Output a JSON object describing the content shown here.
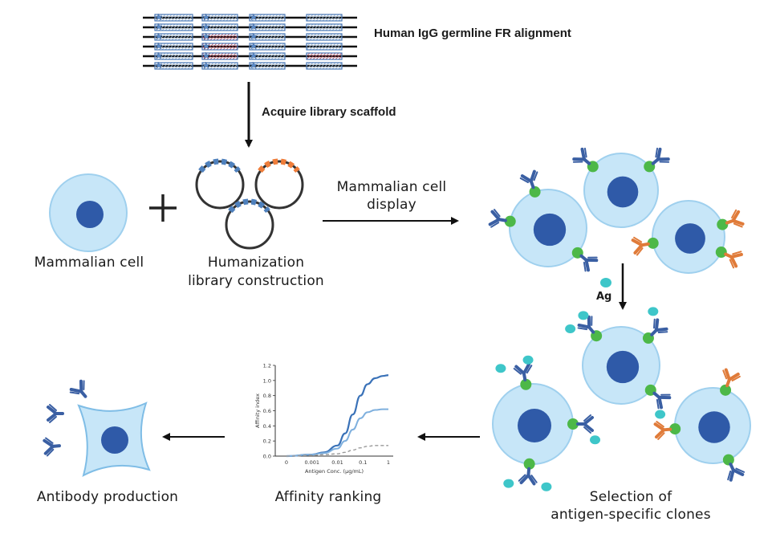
{
  "labels": {
    "alignment": "Human IgG germline FR alignment",
    "acquire": "Acquire library scaffold",
    "mammalian_cell": "Mammalian cell",
    "humanization_line1": "Humanization",
    "humanization_line2": "library construction",
    "display_line1": "Mammalian cell",
    "display_line2": "display",
    "ag": "Ag",
    "selection_line1": "Selection of",
    "selection_line2": "antigen-specific clones",
    "affinity_ranking": "Affinity ranking",
    "antibody_production": "Antibody production"
  },
  "colors": {
    "cell_fill": "#c7e6f8",
    "cell_stroke": "#8cc6ea",
    "nucleus": "#2f5aa8",
    "antibody_blue": "#3a5fa3",
    "antibody_orange": "#e07b39",
    "binding_site": "#4db848",
    "antigen": "#3ec6c9",
    "plasmid_blue": "#4f81bd",
    "plasmid_orange": "#ef7d3a"
  },
  "chart_data": {
    "type": "line",
    "xlabel": "Antigen Conc. (μg/mL)",
    "ylabel": "Affinity index",
    "x_ticks": [
      "0",
      "0.001",
      "0.01",
      "0.1",
      "1"
    ],
    "y_ticks": [
      "0.0",
      "0.2",
      "0.4",
      "0.6",
      "0.8",
      "1.0",
      "1.2"
    ],
    "ylim": [
      0,
      1.2
    ],
    "x_scale": "log",
    "series": [
      {
        "style": "solid-dark",
        "x": [
          0.0001,
          0.001,
          0.003,
          0.01,
          0.02,
          0.04,
          0.08,
          0.15,
          0.3,
          0.6,
          1
        ],
        "values": [
          0.0,
          0.02,
          0.05,
          0.14,
          0.3,
          0.55,
          0.8,
          0.95,
          1.03,
          1.06,
          1.07
        ]
      },
      {
        "style": "solid-light",
        "x": [
          0.0001,
          0.001,
          0.003,
          0.01,
          0.02,
          0.04,
          0.08,
          0.15,
          0.3,
          0.6,
          1
        ],
        "values": [
          0.0,
          0.02,
          0.04,
          0.1,
          0.2,
          0.35,
          0.5,
          0.58,
          0.61,
          0.62,
          0.62
        ]
      },
      {
        "style": "dashed-gray",
        "x": [
          0.0001,
          0.001,
          0.003,
          0.01,
          0.02,
          0.04,
          0.08,
          0.15,
          0.3,
          0.6,
          1
        ],
        "values": [
          0.0,
          0.01,
          0.02,
          0.03,
          0.05,
          0.08,
          0.11,
          0.13,
          0.14,
          0.14,
          0.14
        ]
      }
    ]
  }
}
